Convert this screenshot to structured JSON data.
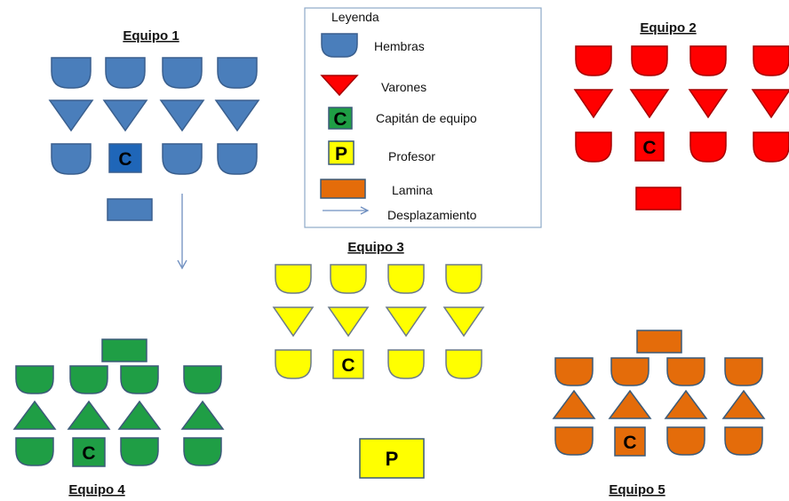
{
  "legend": {
    "title": "Leyenda",
    "items": [
      {
        "icon": "female-shape-icon",
        "label": "Hembras"
      },
      {
        "icon": "male-triangle-icon",
        "label": "Varones"
      },
      {
        "icon": "captain-square-icon",
        "letter": "C",
        "label": "Capitán de equipo"
      },
      {
        "icon": "teacher-square-icon",
        "letter": "P",
        "label": "Profesor"
      },
      {
        "icon": "sheet-rectangle-icon",
        "label": "Lamina"
      },
      {
        "icon": "arrow-icon",
        "label": "Desplazamiento"
      }
    ]
  },
  "captain_letter": "C",
  "teacher_letter": "P",
  "teams": [
    {
      "id": "team-1",
      "title": "Equipo 1",
      "color": "#4a7ebb",
      "stroke": "#3a5f8e",
      "captain_fill": "#1f66b8"
    },
    {
      "id": "team-2",
      "title": "Equipo 2",
      "color": "#ff0000",
      "stroke": "#a50000",
      "captain_fill": "#ff0000"
    },
    {
      "id": "team-3",
      "title": "Equipo 3",
      "color": "#ffff00",
      "stroke": "#6b7a8a",
      "captain_fill": "#ffff00"
    },
    {
      "id": "team-4",
      "title": "Equipo 4",
      "color": "#1f9e45",
      "stroke": "#3b5a78",
      "captain_fill": "#1f9e45"
    },
    {
      "id": "team-5",
      "title": "Equipo 5",
      "color": "#e46c0a",
      "stroke": "#3b5a78",
      "captain_fill": "#e46c0a"
    }
  ],
  "colors": {
    "female": "#4a7ebb",
    "male": "#ff0000",
    "captain": "#1f9e45",
    "teacher": "#ffff00",
    "sheet": "#e46c0a",
    "arrow": "#6f8fc0",
    "legend_border": "#8ea9c8"
  }
}
